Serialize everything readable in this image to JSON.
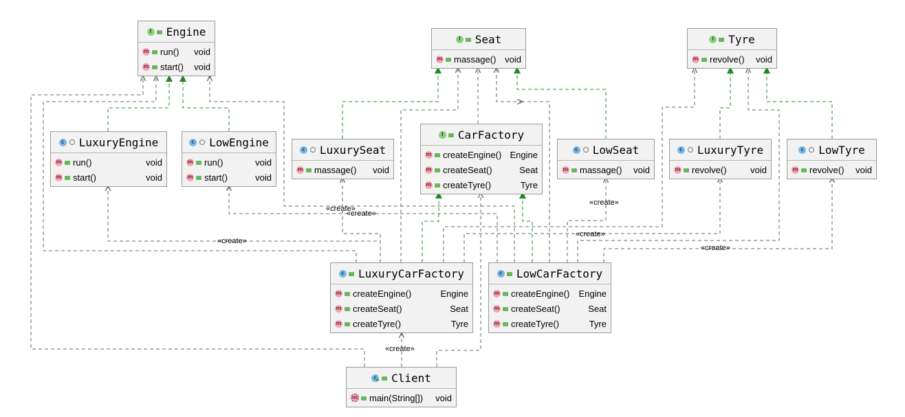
{
  "create_label": "«create»",
  "colors": {
    "realization": "#1f8a1f",
    "dependency": "#666666",
    "box_fill": "#f2f2f2",
    "box_border": "#999999"
  },
  "nodes": {
    "engine": {
      "kind": "interface",
      "kind_icon": "interface-icon",
      "title": "Engine",
      "rows": [
        {
          "icon": "method-icon",
          "name": "run()",
          "type": "void"
        },
        {
          "icon": "method-icon",
          "name": "start()",
          "type": "void"
        }
      ]
    },
    "seat": {
      "kind": "interface",
      "kind_icon": "interface-icon",
      "title": "Seat",
      "rows": [
        {
          "icon": "method-icon",
          "name": "massage()",
          "type": "void"
        }
      ]
    },
    "tyre": {
      "kind": "interface",
      "kind_icon": "interface-icon",
      "title": "Tyre",
      "rows": [
        {
          "icon": "method-icon",
          "name": "revolve()",
          "type": "void"
        }
      ]
    },
    "carFactory": {
      "kind": "interface",
      "kind_icon": "interface-icon",
      "title": "CarFactory",
      "rows": [
        {
          "icon": "method-icon",
          "name": "createEngine()",
          "type": "Engine"
        },
        {
          "icon": "method-icon",
          "name": "createSeat()",
          "type": "Seat"
        },
        {
          "icon": "method-icon",
          "name": "createTyre()",
          "type": "Tyre"
        }
      ]
    },
    "luxuryEngine": {
      "kind": "class",
      "kind_icon": "class-icon",
      "title": "LuxuryEngine",
      "rows": [
        {
          "icon": "method-icon",
          "name": "run()",
          "type": "void"
        },
        {
          "icon": "method-icon",
          "name": "start()",
          "type": "void"
        }
      ]
    },
    "lowEngine": {
      "kind": "class",
      "kind_icon": "class-icon",
      "title": "LowEngine",
      "rows": [
        {
          "icon": "method-icon",
          "name": "run()",
          "type": "void"
        },
        {
          "icon": "method-icon",
          "name": "start()",
          "type": "void"
        }
      ]
    },
    "luxurySeat": {
      "kind": "class",
      "kind_icon": "class-icon",
      "title": "LuxurySeat",
      "rows": [
        {
          "icon": "method-icon",
          "name": "massage()",
          "type": "void"
        }
      ]
    },
    "lowSeat": {
      "kind": "class",
      "kind_icon": "class-icon",
      "title": "LowSeat",
      "rows": [
        {
          "icon": "method-icon",
          "name": "massage()",
          "type": "void"
        }
      ]
    },
    "luxuryTyre": {
      "kind": "class",
      "kind_icon": "class-icon",
      "title": "LuxuryTyre",
      "rows": [
        {
          "icon": "method-icon",
          "name": "revolve()",
          "type": "void"
        }
      ]
    },
    "lowTyre": {
      "kind": "class",
      "kind_icon": "class-icon",
      "title": "LowTyre",
      "rows": [
        {
          "icon": "method-icon",
          "name": "revolve()",
          "type": "void"
        }
      ]
    },
    "luxuryCarFactory": {
      "kind": "class",
      "kind_icon": "class-icon",
      "title": "LuxuryCarFactory",
      "rows": [
        {
          "icon": "method-icon",
          "name": "createEngine()",
          "type": "Engine"
        },
        {
          "icon": "method-icon",
          "name": "createSeat()",
          "type": "Seat"
        },
        {
          "icon": "method-icon",
          "name": "createTyre()",
          "type": "Tyre"
        }
      ]
    },
    "lowCarFactory": {
      "kind": "class",
      "kind_icon": "class-icon",
      "title": "LowCarFactory",
      "rows": [
        {
          "icon": "method-icon",
          "name": "createEngine()",
          "type": "Engine"
        },
        {
          "icon": "method-icon",
          "name": "createSeat()",
          "type": "Seat"
        },
        {
          "icon": "method-icon",
          "name": "createTyre()",
          "type": "Tyre"
        }
      ]
    },
    "client": {
      "kind": "class",
      "kind_icon": "runnable-class-icon",
      "title": "Client",
      "rows": [
        {
          "icon": "static-method-icon",
          "name": "main(String[])",
          "type": "void"
        }
      ]
    }
  }
}
